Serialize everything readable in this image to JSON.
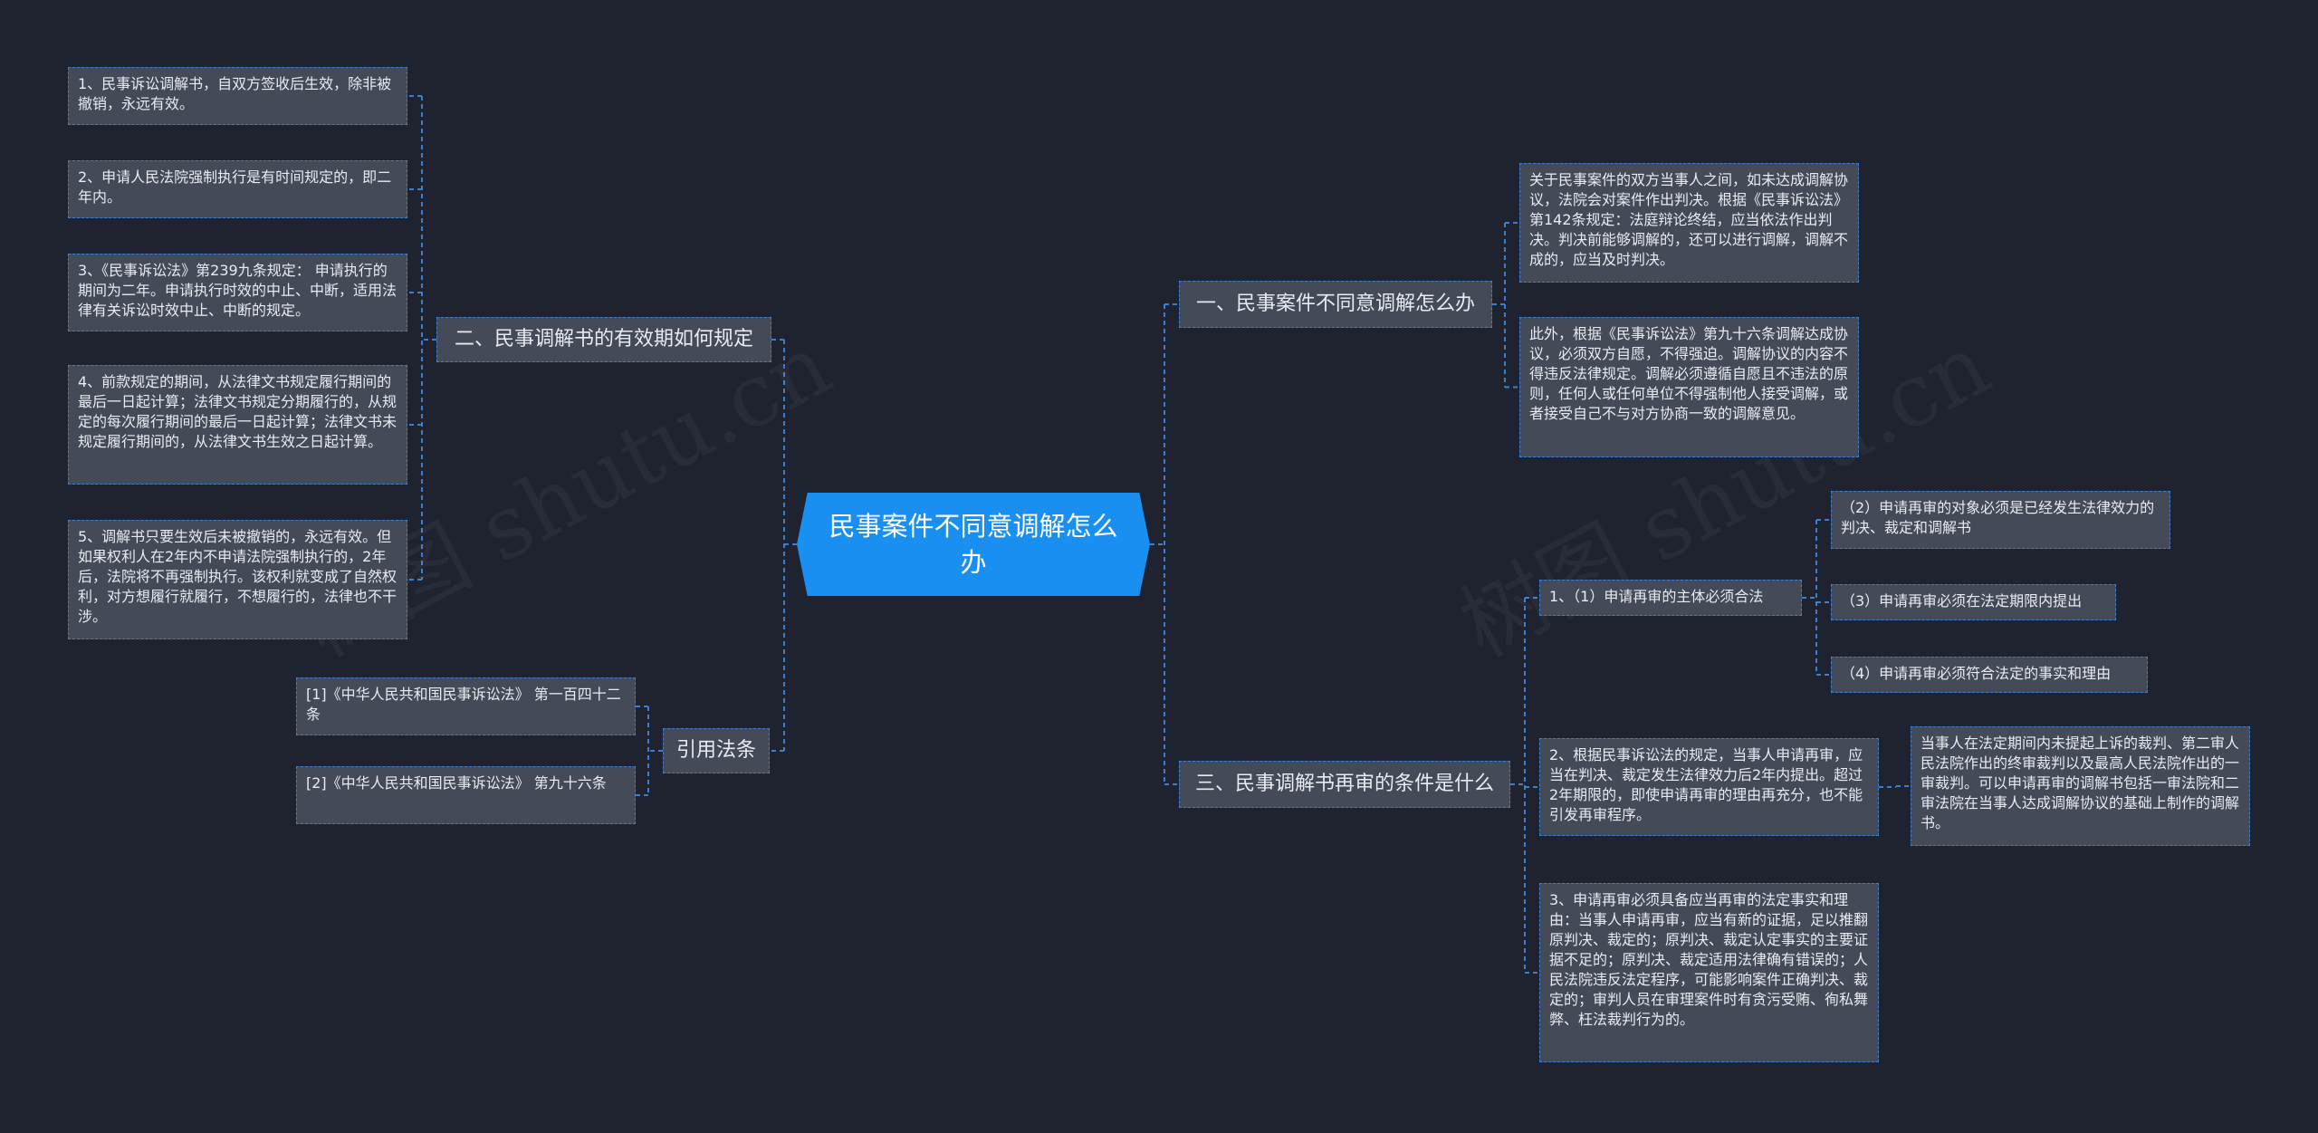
{
  "root": {
    "title": "民事案件不同意调解怎么办"
  },
  "watermark": "树图 shutu.cn",
  "colors": {
    "background": "#1f2330",
    "root": "#1a8ff2",
    "node": "#454a58",
    "line": "#3a7fd1"
  },
  "branches": {
    "b1": {
      "title": "一、民事案件不同意调解怎么办",
      "leaves": [
        "关于民事案件的双方当事人之间，如未达成调解协议，法院会对案件作出判决。根据《民事诉讼法》第142条规定：法庭辩论终结，应当依法作出判决。判决前能够调解的，还可以进行调解，调解不成的，应当及时判决。",
        "此外，根据《民事诉讼法》第九十六条调解达成协议，必须双方自愿，不得强迫。调解协议的内容不得违反法律规定。调解必须遵循自愿且不违法的原则，任何人或任何单位不得强制他人接受调解，或者接受自己不与对方协商一致的调解意见。"
      ]
    },
    "b2": {
      "title": "二、民事调解书的有效期如何规定",
      "leaves": [
        "1、民事诉讼调解书，自双方签收后生效，除非被撤销，永远有效。",
        "2、申请人民法院强制执行是有时间规定的，即二年内。",
        "3、《民事诉讼法》第239九条规定： 申请执行的期间为二年。申请执行时效的中止、中断，适用法律有关诉讼时效中止、中断的规定。",
        "4、前款规定的期间，从法律文书规定履行期间的最后一日起计算；法律文书规定分期履行的，从规定的每次履行期间的最后一日起计算；法律文书未规定履行期间的，从法律文书生效之日起计算。",
        "5、调解书只要生效后未被撤销的，永远有效。但如果权利人在2年内不申请法院强制执行的，2年后，法院将不再强制执行。该权利就变成了自然权利，对方想履行就履行，不想履行的，法律也不干涉。"
      ]
    },
    "b3": {
      "title": "三、民事调解书再审的条件是什么",
      "children": [
        {
          "text": "1、（1）申请再审的主体必须合法",
          "leaves": [
            "（2）申请再审的对象必须是已经发生法律效力的判决、裁定和调解书",
            "（3）申请再审必须在法定期限内提出",
            "（4）申请再审必须符合法定的事实和理由"
          ]
        },
        {
          "text": "2、根据民事诉讼法的规定，当事人申请再审，应当在判决、裁定发生法律效力后2年内提出。超过2年期限的，即使申请再审的理由再充分，也不能引发再审程序。",
          "leaves": [
            "当事人在法定期间内未提起上诉的裁判、第二审人民法院作出的终审裁判以及最高人民法院作出的一审裁判。可以申请再审的调解书包括一审法院和二审法院在当事人达成调解协议的基础上制作的调解书。"
          ]
        },
        {
          "text": "3、申请再审必须具备应当再审的法定事实和理由：当事人申请再审，应当有新的证据，足以推翻原判决、裁定的；原判决、裁定认定事实的主要证据不足的；原判决、裁定适用法律确有错误的；人民法院违反法定程序，可能影响案件正确判决、裁定的；审判人员在审理案件时有贪污受贿、徇私舞弊、枉法裁判行为的。",
          "leaves": []
        }
      ]
    },
    "b4": {
      "title": "引用法条",
      "leaves": [
        "[1]《中华人民共和国民事诉讼法》 第一百四十二条",
        "[2]《中华人民共和国民事诉讼法》 第九十六条"
      ]
    }
  }
}
